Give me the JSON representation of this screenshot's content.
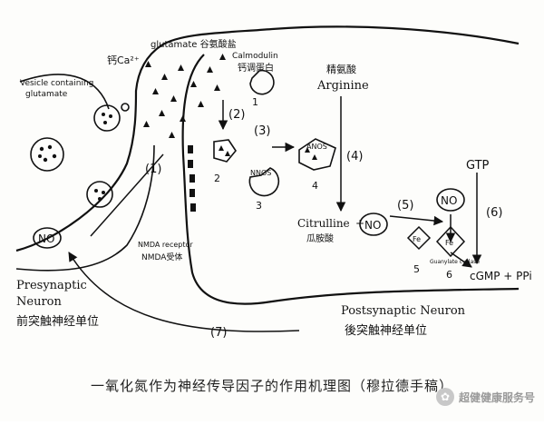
{
  "labels": {
    "ca": "钙Ca²⁺",
    "glutamate_release": "glutamate 谷氨酸盐",
    "vesicle": "Vesicle containing",
    "vesicle2": "glutamate",
    "calmodulin_en": "Calmodulin",
    "calmodulin_cn": "钙调蛋白",
    "step1_num": "1",
    "arginine_cn": "精氨酸",
    "arginine_en": "Arginine",
    "s1": "(1)",
    "s2": "(2)",
    "s3": "(3)",
    "s4": "(4)",
    "s5": "(5)",
    "s6": "(6)",
    "s7": "(7)",
    "n2": "2",
    "n3": "3",
    "n4": "4",
    "n5": "5",
    "n6": "6",
    "nnos": "NNOS",
    "anos": "ANOS",
    "gtp": "GTP",
    "citrulline": "Citrulline",
    "citrulline_cn": "瓜胺酸",
    "plus": "+",
    "no": "NO",
    "fe": "Fe",
    "fe2": "Fe",
    "guanyl": "Guanylate cyclase",
    "nmda_en": "NMDA receptor",
    "nmda_cn": "NMDA受体",
    "cgmp": "cGMP + PPi",
    "pre_en1": "Presynaptic",
    "pre_en2": "Neuron",
    "pre_cn": "前突触神经单位",
    "post_en": "Postsynaptic  Neuron",
    "post_cn": "後突触神经单位"
  },
  "caption": "一氧化氮作为神经传导因子的作用机理图（穆拉德手稿）",
  "watermark": "超健健康服务号",
  "watermark_icon": "wechat-icon"
}
